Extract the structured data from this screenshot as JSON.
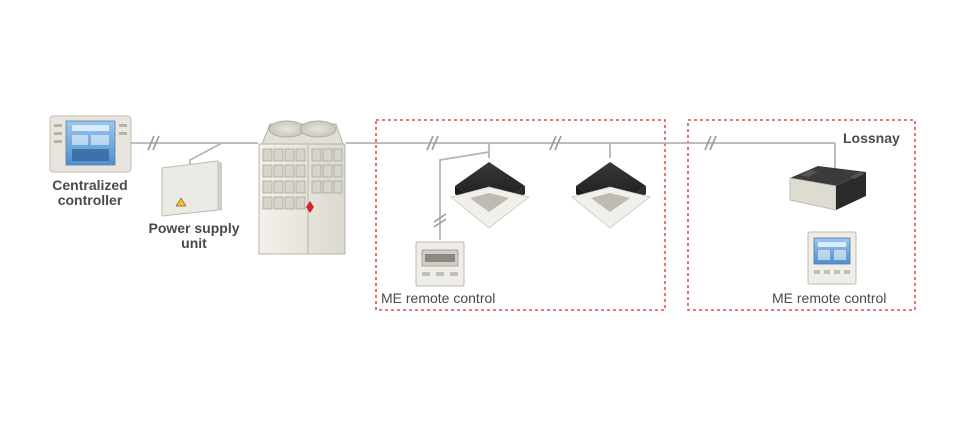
{
  "labels": {
    "centralized_controller": "Centralized controller",
    "power_supply_unit": "Power supply unit",
    "lossnay": "Lossnay",
    "me_remote_left": "ME remote control",
    "me_remote_right": "ME remote control"
  },
  "colors": {
    "wire": "#b5b5b5",
    "group_border": "#e84c4c",
    "label_text": "#4a4a4a",
    "unit_body": "#ece9e0",
    "unit_dark": "#2a2a2a",
    "screen_blue": "#6ea9dd"
  },
  "icons": {
    "centralized_controller": "touchscreen-controller-icon",
    "power_supply_unit": "power-supply-box-icon",
    "outdoor_unit": "vrf-outdoor-unit-icon",
    "cassette_units": "ceiling-cassette-icon",
    "remote_controls": "wall-remote-control-icon",
    "lossnay": "ventilation-unit-icon",
    "wire_breaks": "double-slash-icon"
  }
}
